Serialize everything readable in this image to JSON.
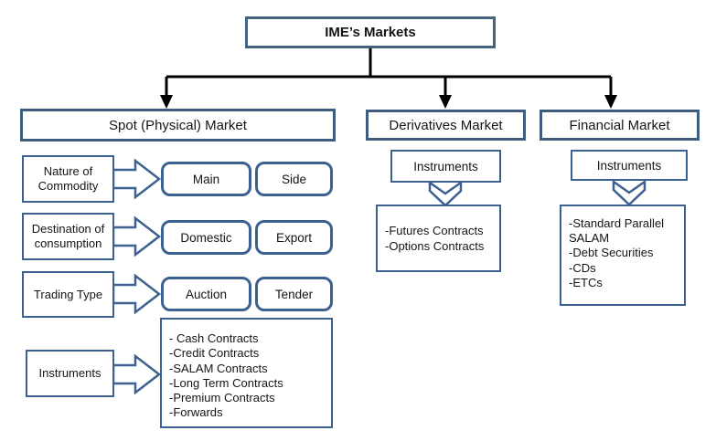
{
  "colors": {
    "header_border": "#3e5d7f",
    "box_border": "#3c6090",
    "connector": "#000000"
  },
  "root_box": {
    "label": "IME’s Markets"
  },
  "spot": {
    "title": "Spot (Physical) Market",
    "rows": [
      {
        "label": "Nature of Commodity",
        "options": [
          "Main",
          "Side"
        ]
      },
      {
        "label": "Destination of consumption",
        "options": [
          "Domestic",
          "Export"
        ]
      },
      {
        "label": "Trading Type",
        "options": [
          "Auction",
          "Tender"
        ]
      }
    ],
    "instruments_label": "Instruments",
    "instruments": [
      "- Cash Contracts",
      "-Credit Contracts",
      "-SALAM Contracts",
      "-Long Term Contracts",
      "-Premium Contracts",
      "-Forwards"
    ]
  },
  "derivatives": {
    "title": "Derivatives Market",
    "instruments_label": "Instruments",
    "instruments": [
      "-Futures Contracts",
      "-Options Contracts"
    ]
  },
  "financial": {
    "title": "Financial Market",
    "instruments_label": "Instruments",
    "instruments": [
      "-Standard Parallel SALAM",
      "-Debt Securities",
      "-CDs",
      "-ETCs"
    ]
  }
}
